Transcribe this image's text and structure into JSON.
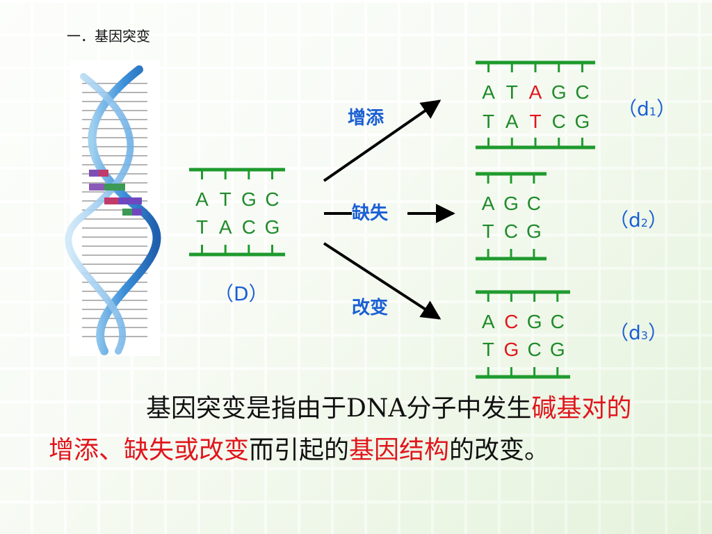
{
  "heading": "一．基因突变",
  "original": {
    "top": [
      "A",
      "T",
      "G",
      "C"
    ],
    "bottom": [
      "T",
      "A",
      "C",
      "G"
    ],
    "label": "（D）"
  },
  "arrows": {
    "insert": "增添",
    "delete": "缺失",
    "change": "改变"
  },
  "d1": {
    "top": [
      {
        "b": "A"
      },
      {
        "b": "T"
      },
      {
        "b": "A",
        "hl": true
      },
      {
        "b": "G"
      },
      {
        "b": "C"
      }
    ],
    "bottom": [
      {
        "b": "T"
      },
      {
        "b": "A"
      },
      {
        "b": "T",
        "hl": true
      },
      {
        "b": "C"
      },
      {
        "b": "G"
      }
    ],
    "label": "（d1）",
    "label_main": "（d",
    "label_sub": "1",
    "label_end": "）"
  },
  "d2": {
    "top": [
      {
        "b": "A"
      },
      {
        "b": "G"
      },
      {
        "b": "C"
      }
    ],
    "bottom": [
      {
        "b": "T"
      },
      {
        "b": "C"
      },
      {
        "b": "G"
      }
    ],
    "label": "（d2）",
    "label_main": "（d",
    "label_sub": "2",
    "label_end": "）"
  },
  "d3": {
    "top": [
      {
        "b": "A"
      },
      {
        "b": "C",
        "hl": true
      },
      {
        "b": "G"
      },
      {
        "b": "C"
      }
    ],
    "bottom": [
      {
        "b": "T"
      },
      {
        "b": "G",
        "hl": true
      },
      {
        "b": "C"
      },
      {
        "b": "G"
      }
    ],
    "label": "（d3）",
    "label_main": "（d",
    "label_sub": "3",
    "label_end": "）"
  },
  "description": {
    "line1_plain": "基因突变是指由于DNA分子中发生",
    "line1_red": "碱基对的",
    "line2_red1": "增添、缺失或改变",
    "line2_plain1": "而引起的",
    "line2_red2": "基因结构",
    "line2_plain2": "的改变。"
  },
  "colors": {
    "strand": "#1f9a2e",
    "base_text": "#1f8a2a",
    "highlight": "#e0161c",
    "label_blue": "#1a5fd4",
    "arrow": "#000000"
  }
}
